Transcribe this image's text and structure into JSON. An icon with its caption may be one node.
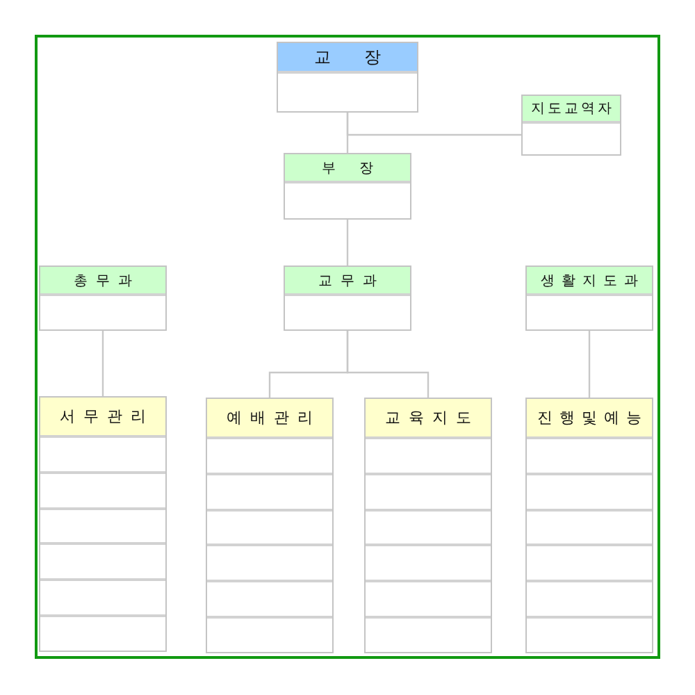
{
  "diagram": {
    "nodes": [
      {
        "text": [
          "교 장"
        ]
      },
      {
        "text": [
          "지도교역자"
        ]
      },
      {
        "text": [
          "부 장"
        ]
      },
      {
        "text": [
          "총무과"
        ]
      },
      {
        "text": [
          "교무과"
        ]
      },
      {
        "text": [
          "생활지도과"
        ]
      },
      {
        "text": [
          "서무관리"
        ]
      },
      {
        "text": [
          "예배관리"
        ]
      },
      {
        "text": [
          "교육지도"
        ]
      },
      {
        "text": [
          "진행및예능"
        ]
      }
    ],
    "edges": [
      {
        "from": 0,
        "to": 2,
        "arrow": "none"
      },
      {
        "from": 0,
        "to": 1,
        "arrow": "none"
      },
      {
        "from": 2,
        "to": 4,
        "arrow": "none"
      },
      {
        "from": 3,
        "to": 6,
        "arrow": "none"
      },
      {
        "from": 4,
        "to": 7,
        "arrow": "none"
      },
      {
        "from": 4,
        "to": 8,
        "arrow": "none"
      },
      {
        "from": 5,
        "to": 9,
        "arrow": "none"
      }
    ]
  }
}
